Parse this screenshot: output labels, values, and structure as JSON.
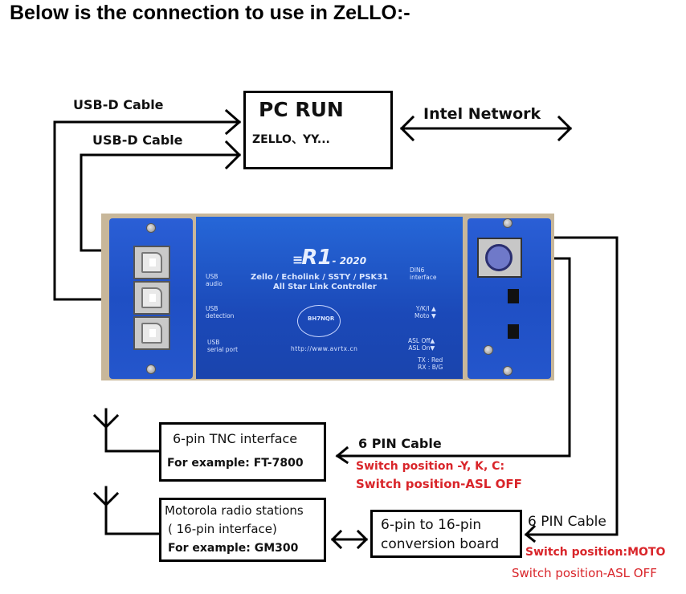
{
  "title": "Below is the connection to use in ZeLLO:-",
  "pc_box": {
    "heading": "PC RUN",
    "subtext": "ZELLO、YY..."
  },
  "network_label": "Intel Network",
  "usb_cables": [
    {
      "label": "USB-D Cable"
    },
    {
      "label": "USB-D Cable"
    }
  ],
  "device": {
    "logo": "R1",
    "logo_year": "- 2020",
    "modes": "Zello / Echolink / SSTY / PSK31",
    "subtitle": "All Star Link  Controller",
    "left_labels": [
      {
        "line1": "USB",
        "line2": "audio"
      },
      {
        "line1": "USB",
        "line2": "detection"
      },
      {
        "line1": "USB",
        "line2": "serial port"
      }
    ],
    "right_labels": [
      {
        "line1": "DIN6",
        "line2": "interface"
      },
      {
        "line1": "Y/K/I ▲",
        "line2": "Moto ▼"
      },
      {
        "line1": "ASL Off▲",
        "line2": "ASL On▼"
      },
      {
        "line1": "TX : Red",
        "line2": "RX : B/G"
      }
    ],
    "stamp_callsign": "BH7NQR",
    "url": "http://www.avrtx.cn",
    "colors": {
      "body": "#1f4fc4",
      "text": "#d8e4ff"
    }
  },
  "tnc_box": {
    "line1": "6-pin TNC interface",
    "line2": "For example: FT-7800"
  },
  "tnc_cable": {
    "label": "6 PIN Cable",
    "notes": [
      "Switch position -Y, K, C:",
      "Switch position-ASL OFF"
    ]
  },
  "moto_box": {
    "line1": "Motorola radio stations",
    "line2": "( 16-pin interface)",
    "line3": "For example: GM300"
  },
  "conversion_box": {
    "line1": "6-pin to 16-pin",
    "line2": "conversion board"
  },
  "moto_cable": {
    "label": "6 PIN Cable",
    "notes": [
      "Switch position:MOTO",
      "Switch position-ASL OFF"
    ]
  },
  "colors": {
    "note_red": "#d9252a",
    "line": "#000000"
  }
}
